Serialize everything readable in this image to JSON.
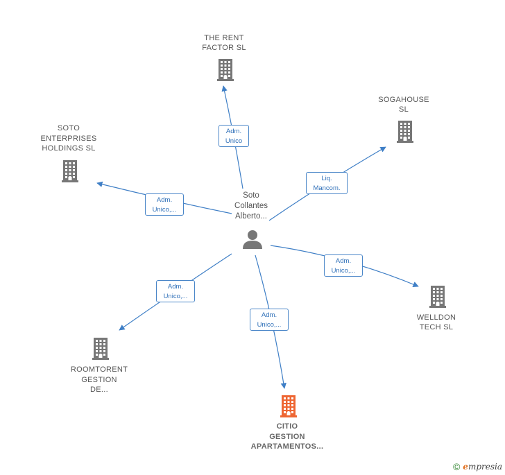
{
  "center": {
    "id": "person",
    "label": "Soto\nCollantes\nAlberto..."
  },
  "nodes": [
    {
      "id": "rent",
      "label": "THE RENT\nFACTOR  SL",
      "highlight": false
    },
    {
      "id": "soga",
      "label": "SOGAHOUSE\nSL",
      "highlight": false
    },
    {
      "id": "soto",
      "label": "SOTO\nENTERPRISES\nHOLDINGS  SL",
      "highlight": false
    },
    {
      "id": "welldon",
      "label": "WELLDON\nTECH  SL",
      "highlight": false
    },
    {
      "id": "roomtorent",
      "label": "ROOMTORENT\nGESTION\nDE...",
      "highlight": false
    },
    {
      "id": "citio",
      "label": "CITIO\nGESTION\nAPARTAMENTOS...",
      "highlight": true
    }
  ],
  "edges": [
    {
      "to": "rent",
      "label": "Adm.\nUnico"
    },
    {
      "to": "soga",
      "label": "Liq.\nMancom."
    },
    {
      "to": "soto",
      "label": "Adm.\nUnico,..."
    },
    {
      "to": "welldon",
      "label": "Adm.\nUnico,..."
    },
    {
      "to": "roomtorent",
      "label": "Adm.\nUnico,..."
    },
    {
      "to": "citio",
      "label": "Adm.\nUnico,..."
    }
  ],
  "colors": {
    "edge": "#3f7fc6",
    "building": "#777777",
    "building_highlight": "#ee6633",
    "person": "#777777"
  },
  "footer": {
    "copyright_symbol": "©",
    "brand": "mpresia",
    "brand_initial": "e"
  }
}
